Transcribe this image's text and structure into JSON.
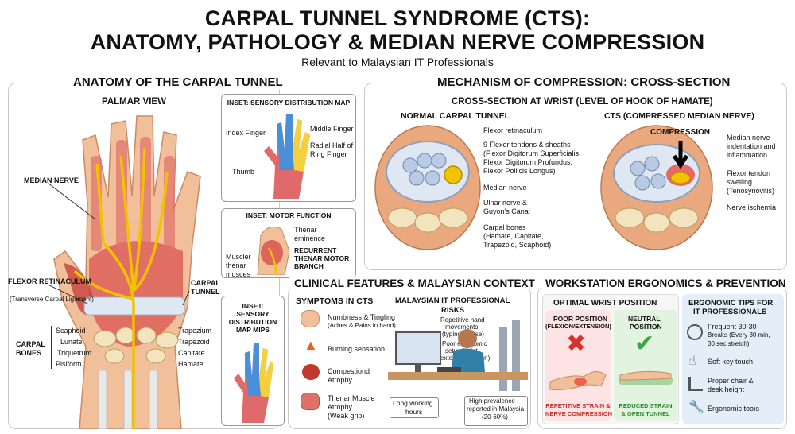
{
  "header": {
    "title_line1": "CARPAL TUNNEL SYNDROME (CTS):",
    "title_line2": "ANATOMY, PATHOLOGY & MEDIAN NERVE COMPRESSION",
    "subtitle": "Relevant to Malaysian IT Professionals"
  },
  "anatomy": {
    "title": "ANATOMY OF THE CARPAL TUNNEL",
    "view": "PALMAR VIEW",
    "median_nerve": "MEDIAN NERVE",
    "flexor_ret": "FLEXOR RETINACULUM",
    "flexor_ret_sub": "(Transverse Carpal Ligament)",
    "carpal_tunnel_1": "CARPAL",
    "carpal_tunnel_2": "TUNNEL",
    "carpal_bones_1": "CARPAL",
    "carpal_bones_2": "BONES",
    "bones_left": [
      "Scaphoid",
      "Lunate",
      "Triquetrum",
      "Pisiform"
    ],
    "bones_right": [
      "Trapezium",
      "Trapezoid",
      "Capitate",
      "Hamate"
    ]
  },
  "inset_sensory": {
    "title": "INSET: SENSORY DISTRIBUTION MAP",
    "index": "Index Finger",
    "middle": "Middle Finger",
    "radial_1": "Radial Half of",
    "radial_2": "Ring Finger",
    "thumb": "Thumb"
  },
  "inset_motor": {
    "title": "INSET: MOTOR FUNCTION",
    "thenar_1": "Thenar",
    "thenar_2": "eminence",
    "muscle_1": "Muscler",
    "muscle_2": "thenar",
    "muscle_3": "musces",
    "recurrent_1": "RECURRENT",
    "recurrent_2": "THENAR MOTOR",
    "recurrent_3": "BRANCH"
  },
  "inset_small": {
    "title_1": "INSET:",
    "title_2": "SENSORY",
    "title_3": "DISTRIBUTION",
    "title_4": "MAP MIPS"
  },
  "mechanism": {
    "title": "MECHANISM OF COMPRESSION: CROSS-SECTION",
    "subtitle": "CROSS-SECTION AT WRIST (LEVEL OF HOOK OF HAMATE)",
    "normal_title": "NORMAL CARPAL TUNNEL",
    "cts_title": "CTS (COMPRESSED MEDIAN NERVE)",
    "flexor_ret": "Flexor retinaculum",
    "tendons_1": "9 Flexor tendons & sheaths",
    "tendons_2": "(Flexor Digitorum Superficialis,",
    "tendons_3": "Flexor Digitorum Profundus,",
    "tendons_4": "Flexor Pollicis Longus)",
    "median": "Median nerve",
    "ulnar_1": "Ulnar nerve &",
    "ulnar_2": "Guyon's Canal",
    "carpal_1": "Carpal bones",
    "carpal_2": "(Hamate, Capitate,",
    "carpal_3": "Trapezoid, Scaphoid)",
    "compression": "COMPRESSION",
    "indent_1": "Median nerve",
    "indent_2": "indentation and",
    "indent_3": "inflammation",
    "swell_1": "Flexor tendon",
    "swell_2": "swelling",
    "swell_3": "(Tenosynovitis)",
    "ischemia": "Nerve ischemia"
  },
  "clinical": {
    "title": "CLINICAL FEATURES & MALAYSIAN CONTEXT",
    "symptoms_title": "SYMPTOMS IN CTS",
    "symptoms": [
      {
        "l1": "Numbness & Tingling",
        "l2": "(Aches & Pains in hand)"
      },
      {
        "l1": "Burning sensation",
        "l2": ""
      },
      {
        "l1": "Compestiond",
        "l2": "Atrophy"
      },
      {
        "l1": "Thenar Muscle",
        "l2": "Atrophy",
        "l3": "(Weak grip)"
      }
    ],
    "risks_title_1": "MALAYSIAN IT PROFESSIONAL",
    "risks_title_2": "RISKS",
    "risk_rep_1": "Repetitive hand",
    "risk_rep_2": "movements",
    "risk_rep_3": "(typing/mouse)",
    "risk_poor_1": "Poor ergonomic",
    "risk_poor_2": "setup (wrist",
    "risk_poor_3": "extension/flexion)",
    "risk_hours_1": "Long working",
    "risk_hours_2": "hours",
    "risk_prev_1": "High prevalence",
    "risk_prev_2": "reported in Malaysia",
    "risk_prev_3": "(20-60%)"
  },
  "ergonomics": {
    "title": "WORKSTATION ERGONOMICS & PREVENTION",
    "optimal_title": "OPTIMAL WRIST POSITION",
    "poor_1": "POOR POSITION",
    "poor_2": "(FLEXION/EXTENSION)",
    "neutral_1": "NEUTRAL",
    "neutral_2": "POSITION",
    "poor_res_1": "REPETITIVE STRAIN &",
    "poor_res_2": "NERVE COMPRESSION",
    "neutral_res_1": "REDUCED STRAIN",
    "neutral_res_2": "& OPEN TUNNEL",
    "tips_title_1": "ERGONOMIC TIPS FOR",
    "tips_title_2": "IT PROFESSIONALS",
    "tip1_1": "Frequent 30-30",
    "tip1_2": "Breaks (Every 30 min,",
    "tip1_3": "30 sec stretch)",
    "tip2": "Soft key touch",
    "tip3_1": "Proper chair &",
    "tip3_2": "desk height",
    "tip4": "Ergonomic tooıs"
  },
  "colors": {
    "nerve": "#f2c200",
    "muscle": "#d9534f",
    "bone": "#f3e4c0",
    "poor_bg": "#fde3e3",
    "neutral_bg": "#e2f3df",
    "tips_bg": "#e4eef9",
    "check": "#3aa645",
    "cross": "#d9302c"
  }
}
